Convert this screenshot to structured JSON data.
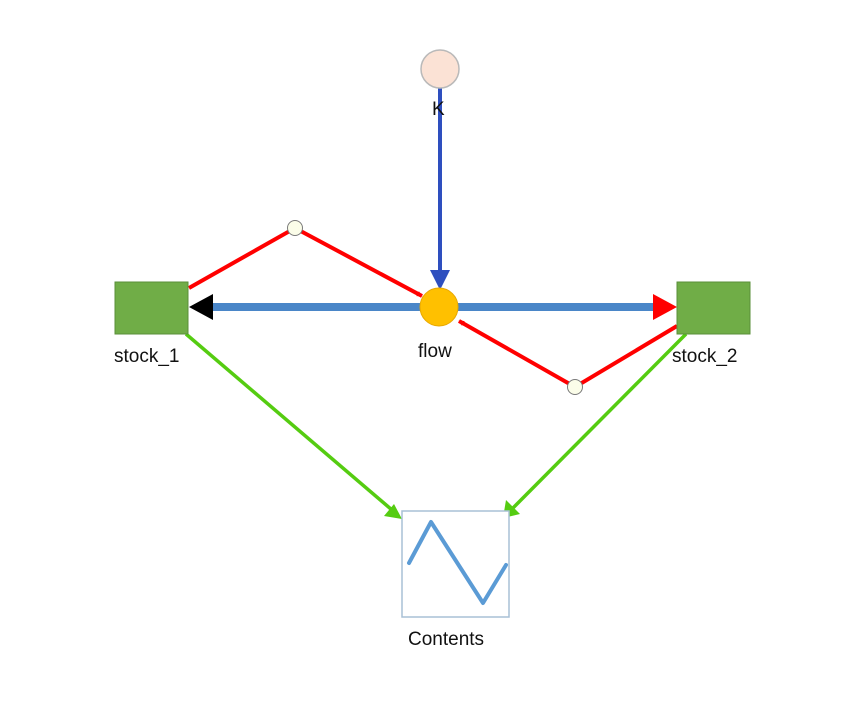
{
  "nodes": {
    "k": {
      "label": "K",
      "kind": "parameter"
    },
    "flow": {
      "label": "flow",
      "kind": "flow-valve"
    },
    "stock_1": {
      "label": "stock_1",
      "kind": "stock"
    },
    "stock_2": {
      "label": "stock_2",
      "kind": "stock"
    },
    "contents": {
      "label": "Contents",
      "kind": "graph-output",
      "icon": "wave-line-icon"
    }
  },
  "colors": {
    "stock_fill": "#70ad47",
    "stock_border": "#5a8f3a",
    "flow_valve": "#ffc000",
    "parameter_fill": "#fbe2d5",
    "flow_pipe": "#4a86c8",
    "parameter_link": "#2e4fbf",
    "feedback_link": "#ff0000",
    "output_link": "#55cc11",
    "outflow_arrow": "#000000",
    "inflow_arrow": "#ff0000",
    "graph_wave": "#5b9bd5",
    "graph_border": "#a9c0d6"
  },
  "links": [
    {
      "from": "k",
      "to": "flow",
      "type": "parameter-link"
    },
    {
      "from": "stock_1",
      "to": "flow",
      "type": "feedback-link"
    },
    {
      "from": "stock_2",
      "to": "flow",
      "type": "feedback-link"
    },
    {
      "from": "flow",
      "to": "stock_1",
      "type": "flow-pipe"
    },
    {
      "from": "flow",
      "to": "stock_2",
      "type": "flow-pipe"
    },
    {
      "from": "stock_1",
      "to": "contents",
      "type": "output-link"
    },
    {
      "from": "stock_2",
      "to": "contents",
      "type": "output-link"
    }
  ]
}
